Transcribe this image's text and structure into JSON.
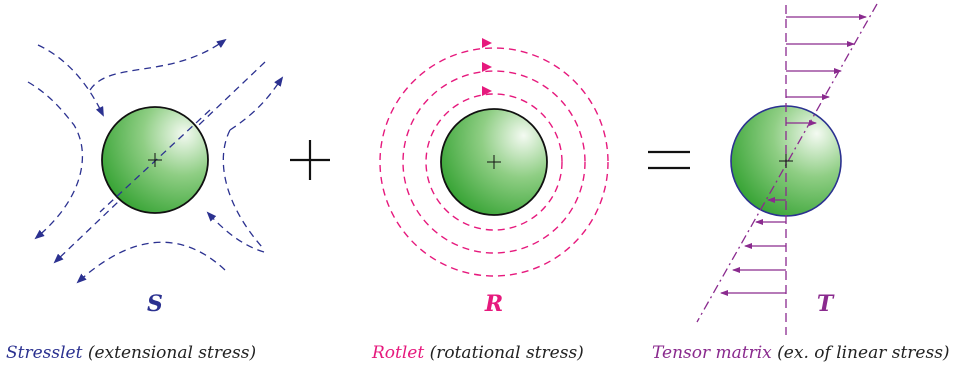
{
  "panels": [
    {
      "letter": "S",
      "caption_name": "Stresslet",
      "caption_desc": " (extensional stress)",
      "color": "#2b3190"
    },
    {
      "letter": "R",
      "caption_name": "Rotlet",
      "caption_desc": " (rotational stress)",
      "color": "#e6197d"
    },
    {
      "letter": "T",
      "caption_name": "Tensor matrix",
      "caption_desc": " (ex. of linear stress)",
      "color": "#8a2a8e"
    }
  ],
  "operators": {
    "plus": "+",
    "equals": "="
  },
  "colors": {
    "sphere_light": "#e8f5e4",
    "sphere_dark": "#3aa535",
    "caption_desc": "#222222",
    "operator": "#111111"
  }
}
